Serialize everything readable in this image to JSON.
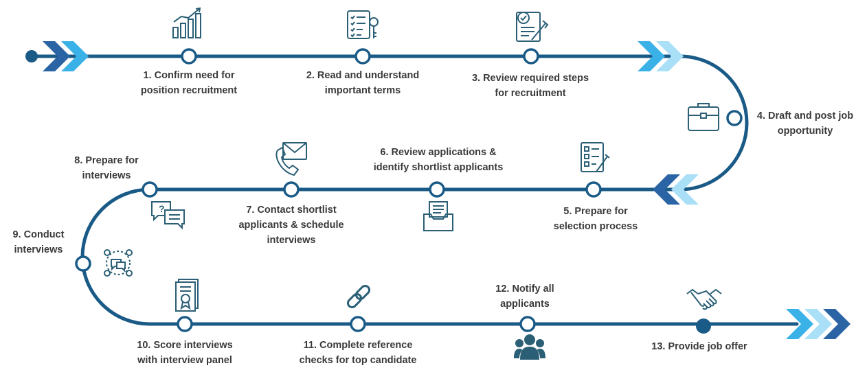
{
  "colors": {
    "path": "#1a5a86",
    "node_fill": "#ffffff",
    "icon": "#2b5f75",
    "arrow_dark": "#2a64a4",
    "arrow_mid": "#3ab2e8",
    "arrow_light": "#a9dff7",
    "text": "#3a3a3a"
  },
  "steps": [
    {
      "num": "1",
      "lines": [
        "1. Confirm need for",
        "position recruitment"
      ],
      "icon": "bar-chart-icon"
    },
    {
      "num": "2",
      "lines": [
        "2. Read and understand",
        "important terms"
      ],
      "icon": "checklist-key-icon"
    },
    {
      "num": "3",
      "lines": [
        "3. Review required steps",
        "for recruitment"
      ],
      "icon": "document-review-icon"
    },
    {
      "num": "4",
      "lines": [
        "4. Draft and post job",
        "opportunity"
      ],
      "icon": "briefcase-icon"
    },
    {
      "num": "5",
      "lines": [
        "5. Prepare for",
        "selection process"
      ],
      "icon": "checklist-pen-icon"
    },
    {
      "num": "6",
      "lines": [
        "6. Review applications &",
        "identify shortlist applicants"
      ],
      "icon": "file-tray-icon"
    },
    {
      "num": "7",
      "lines": [
        "7. Contact shortlist",
        "applicants & schedule",
        "interviews"
      ],
      "icon": "phone-mail-icon"
    },
    {
      "num": "8",
      "lines": [
        "8. Prepare for",
        "interviews"
      ],
      "icon": "question-chat-icon"
    },
    {
      "num": "9",
      "lines": [
        "9. Conduct",
        "interviews"
      ],
      "icon": "group-discussion-icon"
    },
    {
      "num": "10",
      "lines": [
        "10. Score interviews",
        "with interview panel"
      ],
      "icon": "certificate-icon"
    },
    {
      "num": "11",
      "lines": [
        "11. Complete reference",
        "checks for top candidate"
      ],
      "icon": "chain-link-icon"
    },
    {
      "num": "12",
      "lines": [
        "12. Notify all",
        "applicants"
      ],
      "icon": "people-group-icon"
    },
    {
      "num": "13",
      "lines": [
        "13. Provide job offer"
      ],
      "icon": "handshake-icon"
    }
  ]
}
